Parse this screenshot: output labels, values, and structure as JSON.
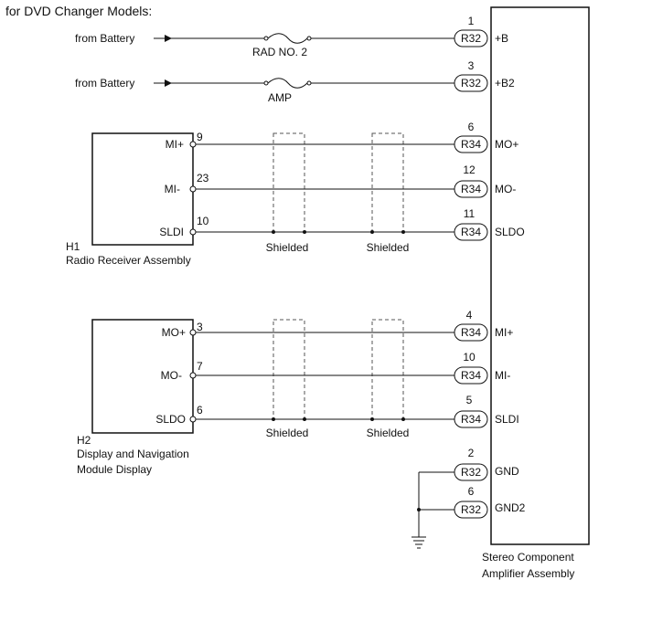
{
  "title": "for DVD Changer Models:",
  "supplies": [
    {
      "source": "from Battery",
      "fuse": "RAD NO. 2",
      "connector": "R32",
      "pin": "1",
      "signal": "+B"
    },
    {
      "source": "from Battery",
      "fuse": "AMP",
      "connector": "R32",
      "pin": "3",
      "signal": "+B2"
    }
  ],
  "h1": {
    "code": "H1",
    "name": "Radio Receiver Assembly",
    "wires": [
      {
        "src_label": "MI+",
        "src_pin": "9",
        "connector": "R34",
        "amp_pin": "6",
        "amp_label": "MO+"
      },
      {
        "src_label": "MI-",
        "src_pin": "23",
        "connector": "R34",
        "amp_pin": "12",
        "amp_label": "MO-"
      },
      {
        "src_label": "SLDI",
        "src_pin": "10",
        "connector": "R34",
        "amp_pin": "11",
        "amp_label": "SLDO"
      }
    ],
    "shield_labels": [
      "Shielded",
      "Shielded"
    ]
  },
  "h2": {
    "code": "H2",
    "name_line1": "Display and Navigation",
    "name_line2": "Module Display",
    "wires": [
      {
        "src_label": "MO+",
        "src_pin": "3",
        "connector": "R34",
        "amp_pin": "4",
        "amp_label": "MI+"
      },
      {
        "src_label": "MO-",
        "src_pin": "7",
        "connector": "R34",
        "amp_pin": "10",
        "amp_label": "MI-"
      },
      {
        "src_label": "SLDO",
        "src_pin": "6",
        "connector": "R34",
        "amp_pin": "5",
        "amp_label": "SLDI"
      }
    ],
    "shield_labels": [
      "Shielded",
      "Shielded"
    ]
  },
  "grounds": [
    {
      "connector": "R32",
      "pin": "2",
      "signal": "GND"
    },
    {
      "connector": "R32",
      "pin": "6",
      "signal": "GND2"
    }
  ],
  "amplifier": {
    "name_line1": "Stereo Component",
    "name_line2": "Amplifier Assembly"
  }
}
